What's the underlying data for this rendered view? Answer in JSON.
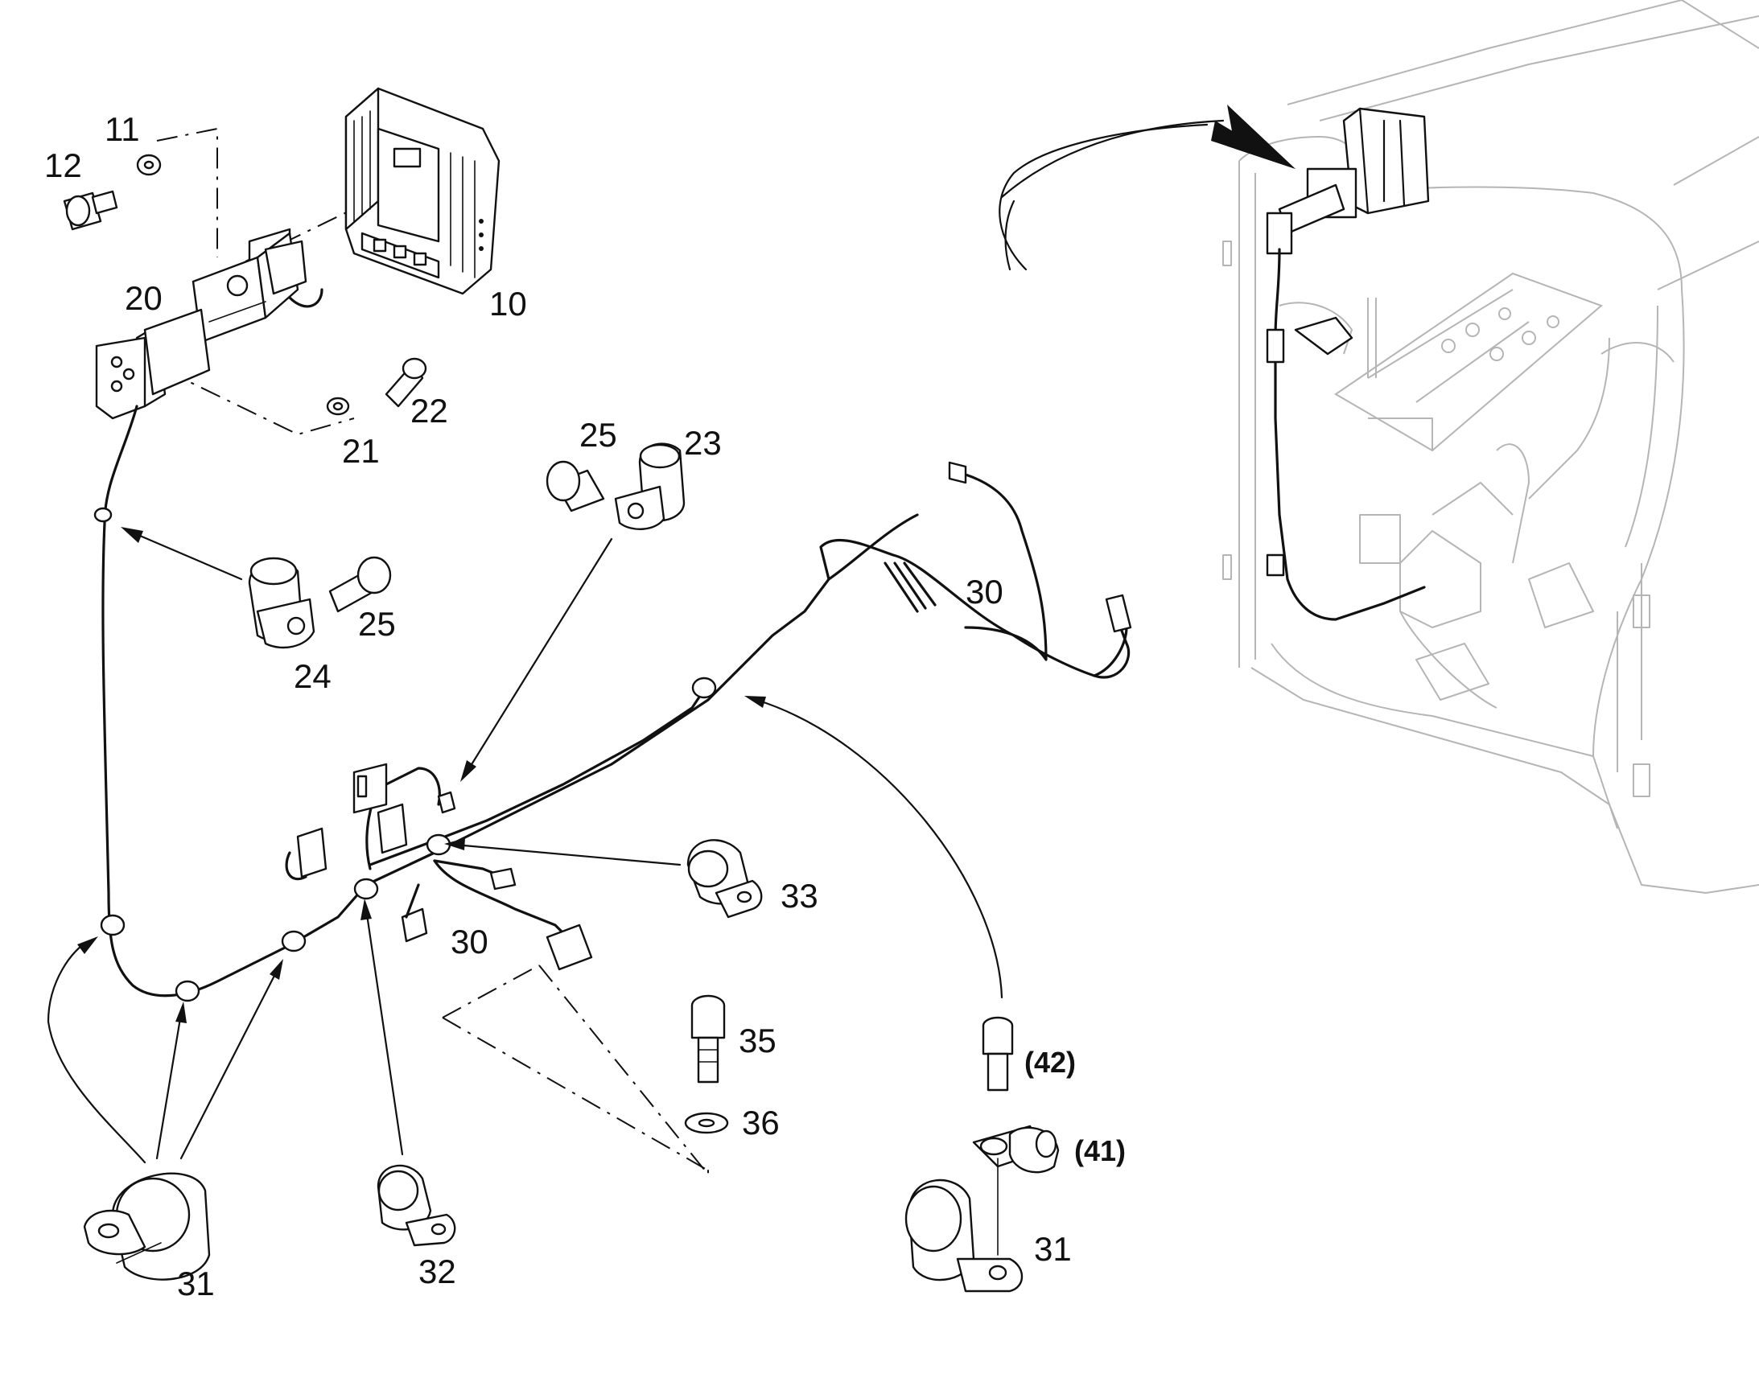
{
  "callouts": [
    {
      "id": "12",
      "text": "12"
    },
    {
      "id": "11",
      "text": "11"
    },
    {
      "id": "10",
      "text": "10"
    },
    {
      "id": "20",
      "text": "20"
    },
    {
      "id": "22",
      "text": "22"
    },
    {
      "id": "21",
      "text": "21"
    },
    {
      "id": "25a",
      "text": "25"
    },
    {
      "id": "23",
      "text": "23"
    },
    {
      "id": "25b",
      "text": "25"
    },
    {
      "id": "24",
      "text": "24"
    },
    {
      "id": "30a",
      "text": "30"
    },
    {
      "id": "30b",
      "text": "30"
    },
    {
      "id": "33",
      "text": "33"
    },
    {
      "id": "35",
      "text": "35"
    },
    {
      "id": "36",
      "text": "36"
    },
    {
      "id": "42",
      "text": "(42)"
    },
    {
      "id": "41",
      "text": "(41)"
    },
    {
      "id": "31a",
      "text": "31"
    },
    {
      "id": "31b",
      "text": "31"
    },
    {
      "id": "32",
      "text": "32"
    }
  ],
  "colors": {
    "line": "#111111",
    "context": "#b5b5b5",
    "background": "#ffffff"
  }
}
